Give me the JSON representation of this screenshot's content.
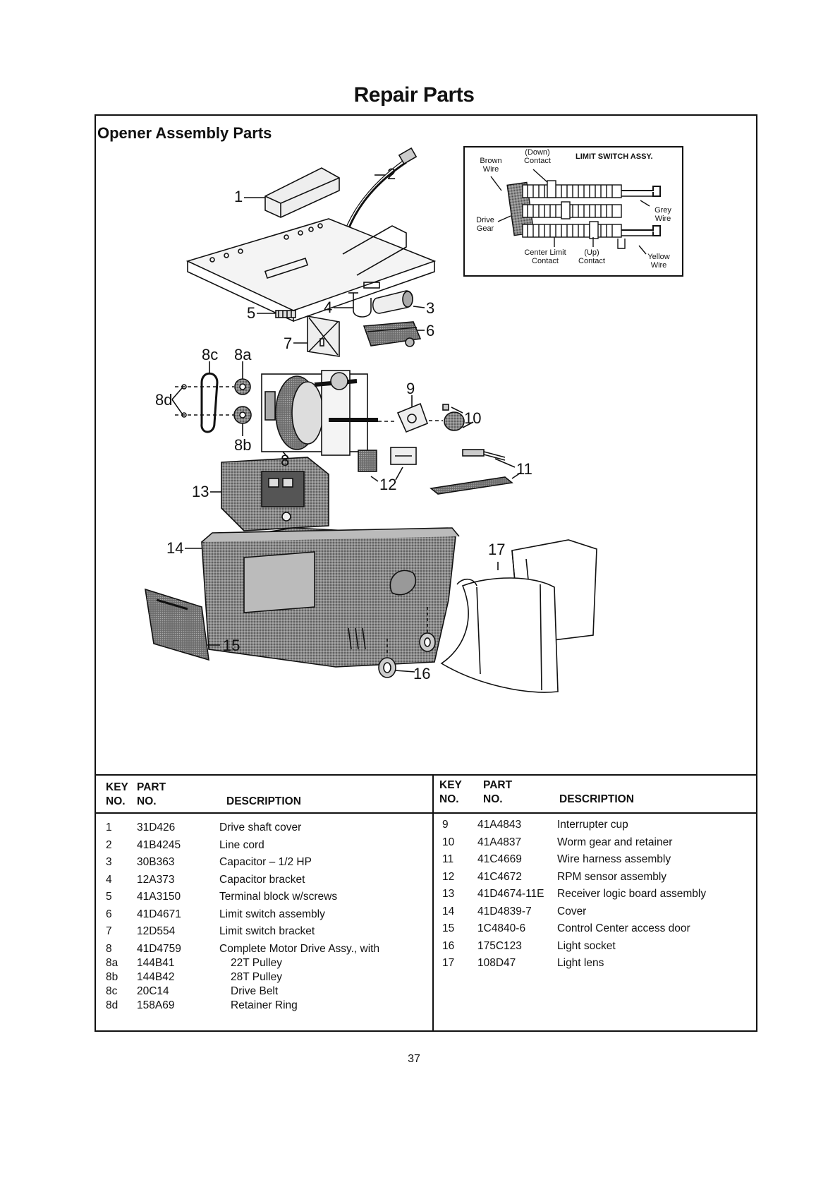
{
  "page_title": "Repair Parts",
  "section_title": "Opener Assembly Parts",
  "page_number": "37",
  "callouts": {
    "c1": "1",
    "c2": "2",
    "c3": "3",
    "c4": "4",
    "c5": "5",
    "c6": "6",
    "c7": "7",
    "c8": "8",
    "c8a": "8a",
    "c8b": "8b",
    "c8c": "8c",
    "c8d": "8d",
    "c9": "9",
    "c10": "10",
    "c11": "11",
    "c12": "12",
    "c13": "13",
    "c14": "14",
    "c15": "15",
    "c16": "16",
    "c17": "17"
  },
  "limit_switch": {
    "title": "LIMIT SWITCH ASSY.",
    "down_1": "(Down)",
    "down_2": "Contact",
    "brown_1": "Brown",
    "brown_2": "Wire",
    "drive_1": "Drive",
    "drive_2": "Gear",
    "center_1": "Center Limit",
    "center_2": "Contact",
    "up_1": "(Up)",
    "up_2": "Contact",
    "grey_1": "Grey",
    "grey_2": "Wire",
    "yellow_1": "Yellow",
    "yellow_2": "Wire"
  },
  "table_headers": {
    "key_1": "KEY",
    "key_2": "NO.",
    "part_1": "PART",
    "part_2": "NO.",
    "description": "DESCRIPTION"
  },
  "parts_left": [
    {
      "key": "1",
      "part": "31D426",
      "desc": "Drive shaft cover"
    },
    {
      "key": "2",
      "part": "41B4245",
      "desc": "Line cord"
    },
    {
      "key": "3",
      "part": "30B363",
      "desc": "Capacitor – 1/2 HP"
    },
    {
      "key": "4",
      "part": "12A373",
      "desc": "Capacitor bracket"
    },
    {
      "key": "5",
      "part": "41A3150",
      "desc": "Terminal block w/screws"
    },
    {
      "key": "6",
      "part": "41D4671",
      "desc": "Limit switch assembly"
    },
    {
      "key": "7",
      "part": "12D554",
      "desc": "Limit switch bracket"
    },
    {
      "key": "8",
      "part": "41D4759",
      "desc": "Complete Motor Drive Assy., with"
    },
    {
      "key": "8a",
      "part": "144B41",
      "desc": "22T Pulley"
    },
    {
      "key": "8b",
      "part": "144B42",
      "desc": "28T Pulley"
    },
    {
      "key": "8c",
      "part": "20C14",
      "desc": "Drive Belt"
    },
    {
      "key": "8d",
      "part": "158A69",
      "desc": "Retainer Ring"
    }
  ],
  "parts_right": [
    {
      "key": "9",
      "part": "41A4843",
      "desc": "Interrupter cup"
    },
    {
      "key": "10",
      "part": "41A4837",
      "desc": "Worm gear and retainer"
    },
    {
      "key": "11",
      "part": "41C4669",
      "desc": "Wire harness assembly"
    },
    {
      "key": "12",
      "part": "41C4672",
      "desc": "RPM sensor assembly"
    },
    {
      "key": "13",
      "part": "41D4674-11E",
      "desc": "Receiver logic board assembly"
    },
    {
      "key": "14",
      "part": "41D4839-7",
      "desc": "Cover"
    },
    {
      "key": "15",
      "part": "1C4840-6",
      "desc": "Control Center access door"
    },
    {
      "key": "16",
      "part": "175C123",
      "desc": "Light socket"
    },
    {
      "key": "17",
      "part": "108D47",
      "desc": "Light lens"
    }
  ]
}
